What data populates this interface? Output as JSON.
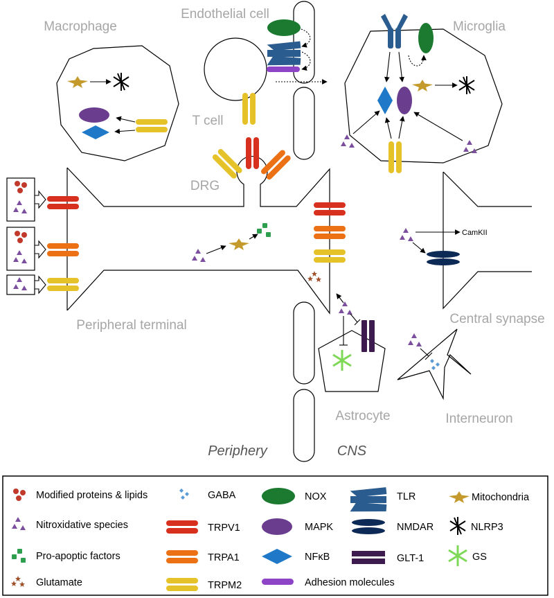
{
  "labels": {
    "macrophage": "Macrophage",
    "endothelial_cell": "Endothelial cell",
    "microglia": "Microglia",
    "t_cell": "T cell",
    "drg": "DRG",
    "peripheral_terminal": "Peripheral terminal",
    "central_synapse": "Central synapse",
    "astrocyte": "Astrocyte",
    "interneuron": "Interneuron",
    "periphery": "Periphery",
    "cns": "CNS",
    "camkii": "CamKII"
  },
  "legend": {
    "modified_proteins": "Modified proteins & lipids",
    "nitroxidative": "Nitroxidative species",
    "pro_apoptic": "Pro-apoptic factors",
    "glutamate": "Glutamate",
    "gaba": "GABA",
    "trpv1": "TRPV1",
    "trpa1": "TRPA1",
    "trpm2": "TRPM2",
    "nox": "NOX",
    "mapk": "MAPK",
    "nfkb": "NFκB",
    "adhesion": "Adhesion molecules",
    "tlr": "TLR",
    "nmdar": "NMDAR",
    "glt1": "GLT-1",
    "mitochondria": "Mitochondria",
    "nlrp3": "NLRP3",
    "gs": "GS"
  },
  "colors": {
    "trpv1": "#d7301f",
    "trpa1": "#ec7014",
    "trpm2": "#e6c229",
    "nox": "#1b7a30",
    "mapk": "#6a3d8f",
    "nfkb": "#1f78c8",
    "adhesion": "#8e44c6",
    "tlr": "#2b5c8f",
    "nmdar": "#0c2a55",
    "glt1": "#3d1b4f",
    "mitochondria": "#c59a2c",
    "gs": "#7ed957",
    "protein": "#c0392b",
    "nitrox": "#7b4f9e",
    "proapop": "#2e9e4f",
    "glutamate": "#a0522d",
    "gaba": "#5b9bd5"
  }
}
